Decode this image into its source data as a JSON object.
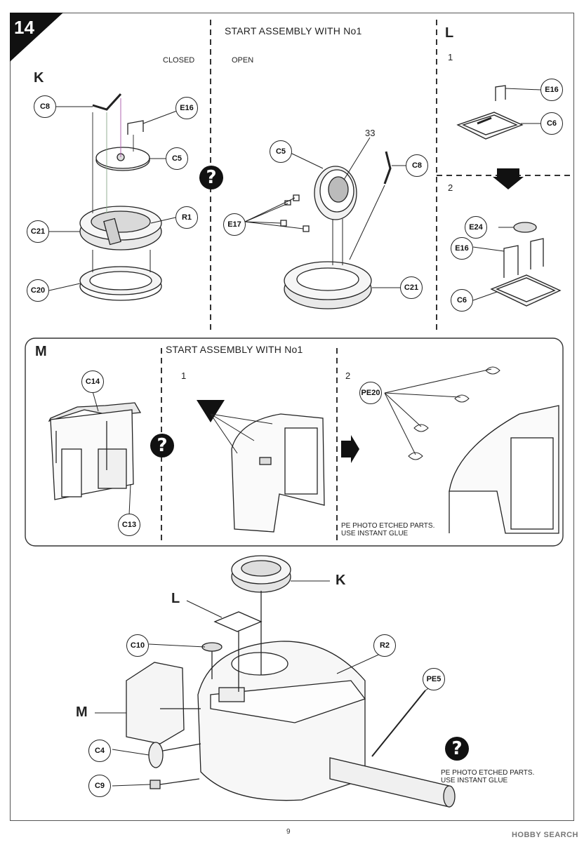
{
  "step_number": "14",
  "page_number": "9",
  "watermark": "HOBBY SEARCH",
  "question_mark_glyph": "?",
  "section_K": {
    "letter": "K",
    "closed_label": "CLOSED",
    "open_header": "START ASSEMBLY WITH No1",
    "open_label": "OPEN",
    "parts_closed": [
      "C8",
      "E16",
      "C5",
      "R1",
      "C21",
      "C20"
    ],
    "parts_open": [
      "C5",
      "33",
      "C8",
      "E17",
      "C21"
    ]
  },
  "section_L": {
    "letter": "L",
    "step1": "1",
    "step2": "2",
    "parts_step1": [
      "E16",
      "C6"
    ],
    "parts_step2": [
      "E24",
      "E16",
      "C6"
    ]
  },
  "section_M": {
    "letter": "M",
    "header": "START ASSEMBLY WITH No1",
    "step1": "1",
    "step2": "2",
    "parts": [
      "C14",
      "C13",
      "PE20"
    ],
    "pe_note_line1": "PE PHOTO ETCHED PARTS.",
    "pe_note_line2": "USE INSTANT GLUE"
  },
  "final_assembly": {
    "labels": [
      "K",
      "L",
      "M"
    ],
    "parts": [
      "C10",
      "R2",
      "PE5",
      "C4",
      "C9"
    ],
    "pe_note_line1": "PE PHOTO ETCHED PARTS.",
    "pe_note_line2": "USE INSTANT GLUE"
  }
}
